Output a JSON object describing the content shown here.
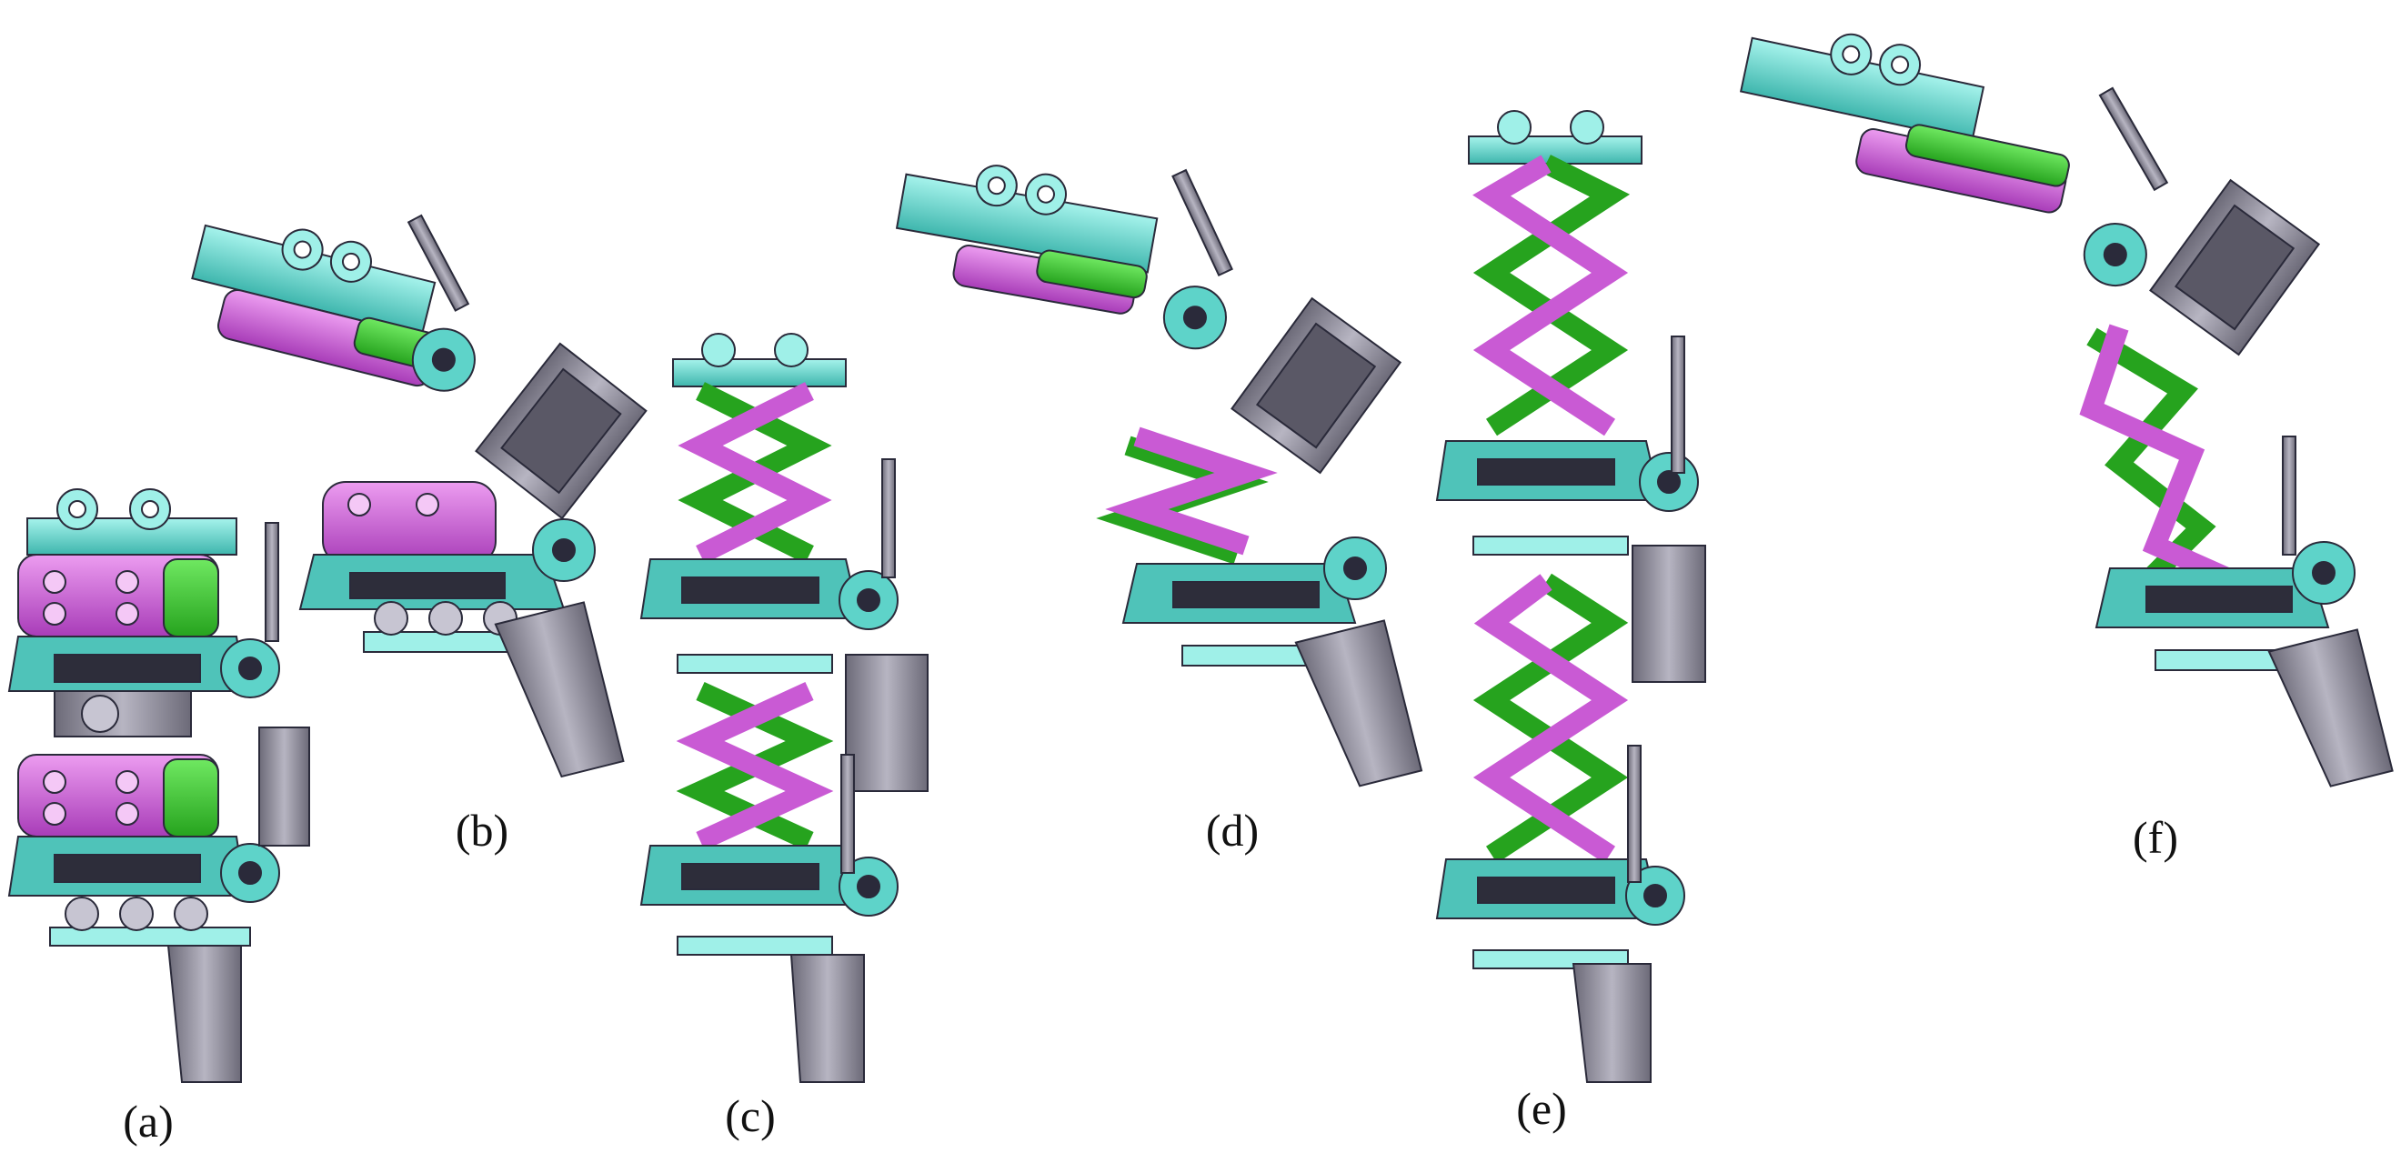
{
  "figure": {
    "panels": [
      {
        "id": "a",
        "label": "(a)"
      },
      {
        "id": "b",
        "label": "(b)"
      },
      {
        "id": "c",
        "label": "(c)"
      },
      {
        "id": "d",
        "label": "(d)"
      },
      {
        "id": "e",
        "label": "(e)"
      },
      {
        "id": "f",
        "label": "(f)"
      }
    ]
  },
  "colors": {
    "base_cyan": "#5ed3c9",
    "light_cyan": "#9ff0e8",
    "magenta_link": "#d870e0",
    "dark_magenta": "#b040c0",
    "green_link": "#3fcf35",
    "motor_gray": "#8a8796",
    "dark_gray": "#5a5866",
    "outline": "#2a2a3a"
  }
}
